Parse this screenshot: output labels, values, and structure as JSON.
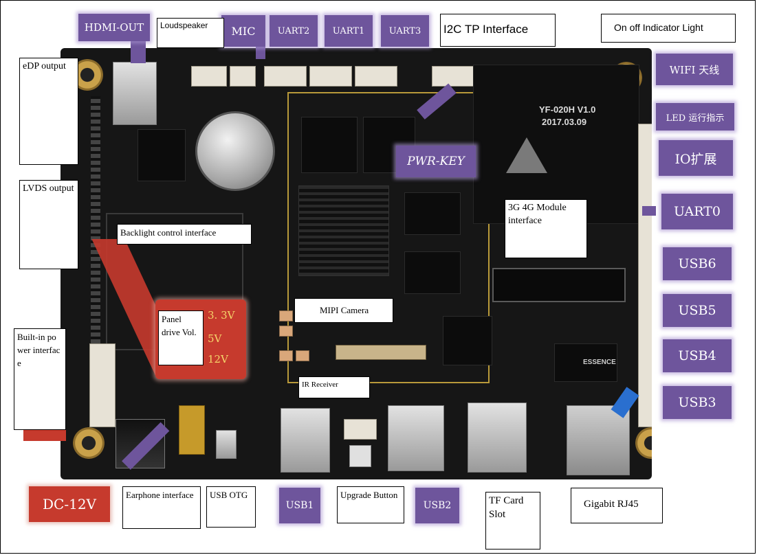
{
  "colors": {
    "purple": "#6e559c",
    "red": "#c63a2d",
    "board": "#161616"
  },
  "board": {
    "model": "YF-020H V1.0",
    "date": "2017.03.09",
    "ic_text": "ESSENCE"
  },
  "purple_labels": {
    "hdmi_out": "HDMI-OUT",
    "mic": "MIC",
    "uart2": "UART2",
    "uart1": "UART1",
    "uart3": "UART3",
    "wifi": "WIFI 天线",
    "led": "LED 运行指示",
    "io": "IO扩展",
    "uart0": "UART0",
    "usb6": "USB6",
    "usb5": "USB5",
    "usb4": "USB4",
    "usb3": "USB3",
    "pwr_key": "PWR-KEY",
    "usb1": "USB1",
    "usb2": "USB2"
  },
  "red_labels": {
    "dc12v": "DC-12V",
    "v33": "3. 3V",
    "v5": "5V",
    "v12": "12V"
  },
  "boxes": {
    "loudspeaker": "Loudspeaker",
    "i2c_tp": "I2C TP Interface",
    "on_off_light": "On off  Indicator Light",
    "edp": "eDP output",
    "lvds": "LVDS output",
    "backlight": "Backlight control interface",
    "panel_drive": "Panel drive Vol.",
    "built_in_power": "Built-in power interface",
    "module_3g4g": "3G 4G Module interface",
    "mipi_camera": "MIPI Camera",
    "ir_receiver": "IR Receiver",
    "earphone": "Earphone interface",
    "usb_otg": "USB OTG",
    "upgrade_button": "Upgrade Button",
    "tf_card": "TF Card Slot",
    "gigabit_rj45": "Gigabit RJ45"
  }
}
